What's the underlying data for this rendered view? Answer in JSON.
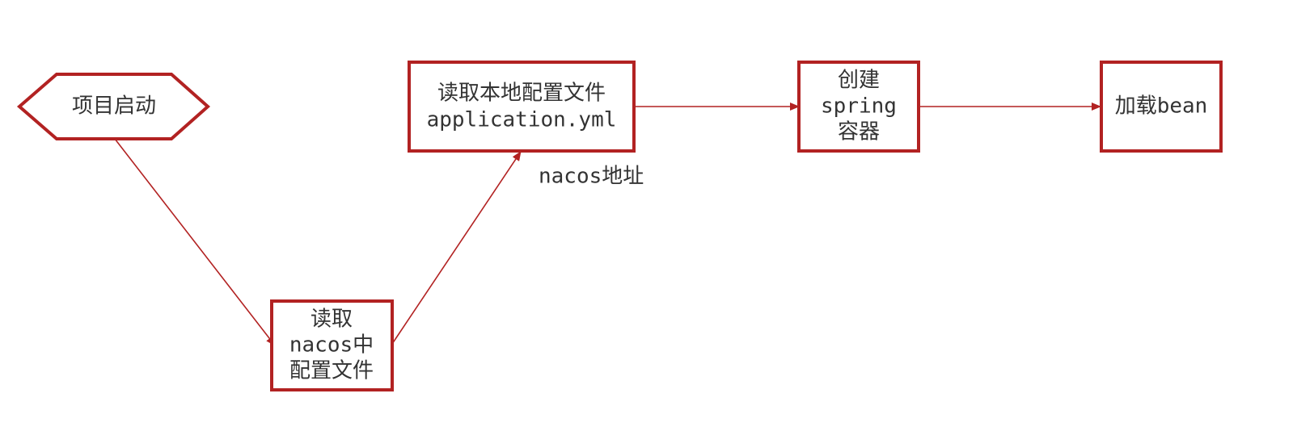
{
  "colors": {
    "stroke": "#b22222",
    "text": "#333333",
    "background": "#ffffff"
  },
  "nodes": {
    "start": {
      "lines": [
        "项目启动"
      ]
    },
    "read_nacos": {
      "lines": [
        "读取",
        "nacos中",
        "配置文件"
      ]
    },
    "read_local": {
      "lines": [
        "读取本地配置文件",
        "application.yml"
      ]
    },
    "create_spring": {
      "lines": [
        "创建",
        "spring",
        "容器"
      ]
    },
    "load_bean": {
      "lines": [
        "加载bean"
      ]
    }
  },
  "edges": {
    "local_to_nacos_label": "nacos地址"
  }
}
